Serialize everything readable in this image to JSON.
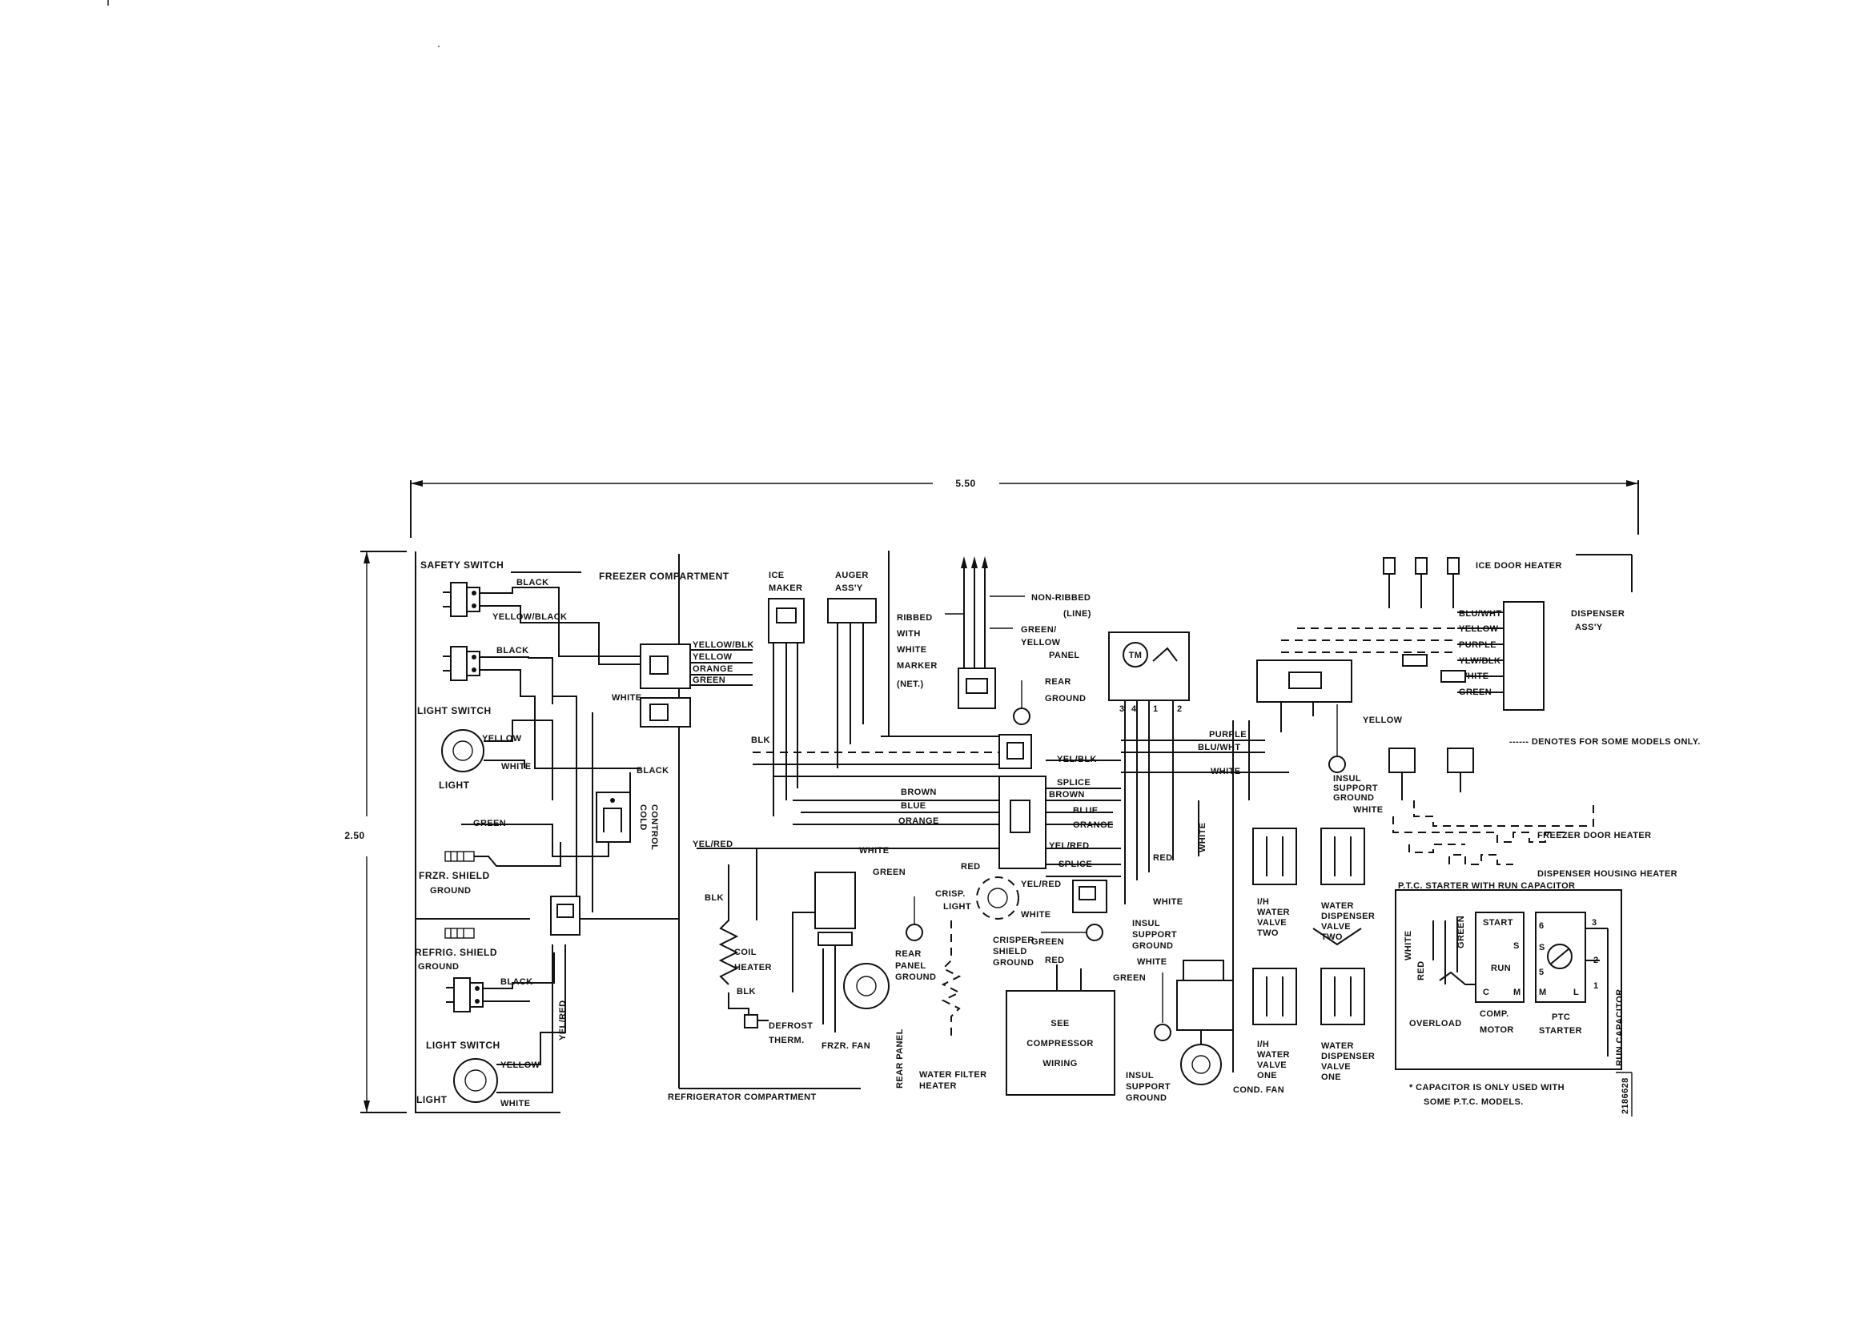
{
  "dimensions": {
    "width": "5.50",
    "height": "2.50"
  },
  "compartments": {
    "freezer": "FREEZER COMPARTMENT",
    "refrigerator": "REFRIGERATOR COMPARTMENT"
  },
  "components": {
    "safety_switch": "SAFETY SWITCH",
    "light_switch_top": "LIGHT SWITCH",
    "light_top": "LIGHT",
    "frzr_shield_ground": [
      "FRZR. SHIELD",
      "GROUND"
    ],
    "refrig_shield_ground": [
      "REFRIG. SHIELD",
      "GROUND"
    ],
    "light_switch_bottom": "LIGHT SWITCH",
    "light_bottom": "LIGHT",
    "cold_control": [
      "COLD",
      "CONTROL"
    ],
    "ice_maker": [
      "ICE",
      "MAKER"
    ],
    "auger_assy": [
      "AUGER",
      "ASS'Y"
    ],
    "ribbed_line": [
      "RIBBED",
      "WITH",
      "WHITE",
      "MARKER",
      "(NET.)"
    ],
    "non_ribbed": [
      "NON-RIBBED",
      "(LINE)"
    ],
    "green_yellow_panel": [
      "GREEN/",
      "YELLOW",
      "PANEL"
    ],
    "rear_ground": [
      "REAR",
      "GROUND"
    ],
    "timer": "TM",
    "timer_terminals": [
      "3",
      "4",
      "1",
      "2"
    ],
    "ice_door_heater": "ICE DOOR HEATER",
    "dispenser_assy": [
      "DISPENSER",
      "ASS'Y"
    ],
    "insul_support_ground_top": [
      "INSUL",
      "SUPPORT",
      "GROUND"
    ],
    "insul_support_ground_mid": [
      "INSUL",
      "SUPPORT",
      "GROUND"
    ],
    "insul_support_ground_bottom": [
      "INSUL",
      "SUPPORT",
      "GROUND"
    ],
    "coil_heater": [
      "COIL",
      "HEATER"
    ],
    "defrost_therm": [
      "DEFROST",
      "THERM."
    ],
    "frzr_fan": "FRZR. FAN",
    "rear_panel_ground": [
      "REAR",
      "PANEL",
      "GROUND"
    ],
    "crisp_light": [
      "CRISP.",
      "LIGHT"
    ],
    "crisper_shield_ground": [
      "CRISPER",
      "SHIELD",
      "GROUND"
    ],
    "rear_panel": "REAR PANEL",
    "water_filter_heater": [
      "WATER FILTER",
      "HEATER"
    ],
    "see_compressor_wiring": [
      "SEE",
      "COMPRESSOR",
      "WIRING"
    ],
    "cond_fan": "COND. FAN",
    "ih_water_valve_two": [
      "I/H",
      "WATER",
      "VALVE",
      "TWO"
    ],
    "water_dispenser_valve_two": [
      "WATER",
      "DISPENSER",
      "VALVE",
      "TWO"
    ],
    "ih_water_valve_one": [
      "I/H",
      "WATER",
      "VALVE",
      "ONE"
    ],
    "water_dispenser_valve_one": [
      "WATER",
      "DISPENSER",
      "VALVE",
      "ONE"
    ],
    "freezer_door_heater": "FREEZER DOOR HEATER",
    "dispenser_housing_heater": "DISPENSER HOUSING HEATER"
  },
  "wires": {
    "black": "BLACK",
    "yellow_black": "YELLOW/BLACK",
    "yellow": "YELLOW",
    "white": "WHITE",
    "green": "GREEN",
    "orange": "ORANGE",
    "yel_blk": "YELLOW/BLK",
    "blk": "BLK",
    "yel_red": "YEL/RED",
    "brown": "BROWN",
    "blue": "BLUE",
    "red": "RED",
    "yel_blk_short": "YEL/BLK",
    "splice": "SPLICE",
    "purple": "PURPLE",
    "blu_wht": "BLU/WHT",
    "ylw_blk": "YLW/BLK"
  },
  "legend": {
    "dashed_note": "------ DENOTES FOR SOME MODELS ONLY."
  },
  "ptc_box": {
    "title": "P.T.C. STARTER WITH RUN CAPACITOR",
    "white": "WHITE",
    "red": "RED",
    "green": "GREEN",
    "start": "START",
    "run": "RUN",
    "terminals": [
      "S",
      "C",
      "M",
      "S",
      "M",
      "L",
      "5",
      "6",
      "3",
      "2",
      "1"
    ],
    "overload": "OVERLOAD",
    "comp_motor": [
      "COMP.",
      "MOTOR"
    ],
    "ptc_starter": [
      "PTC",
      "STARTER"
    ],
    "run_capacitor": "RUN CAPACITOR",
    "note": [
      "* CAPACITOR IS ONLY USED WITH",
      "SOME P.T.C. MODELS."
    ]
  },
  "drawing_number": "2186628"
}
